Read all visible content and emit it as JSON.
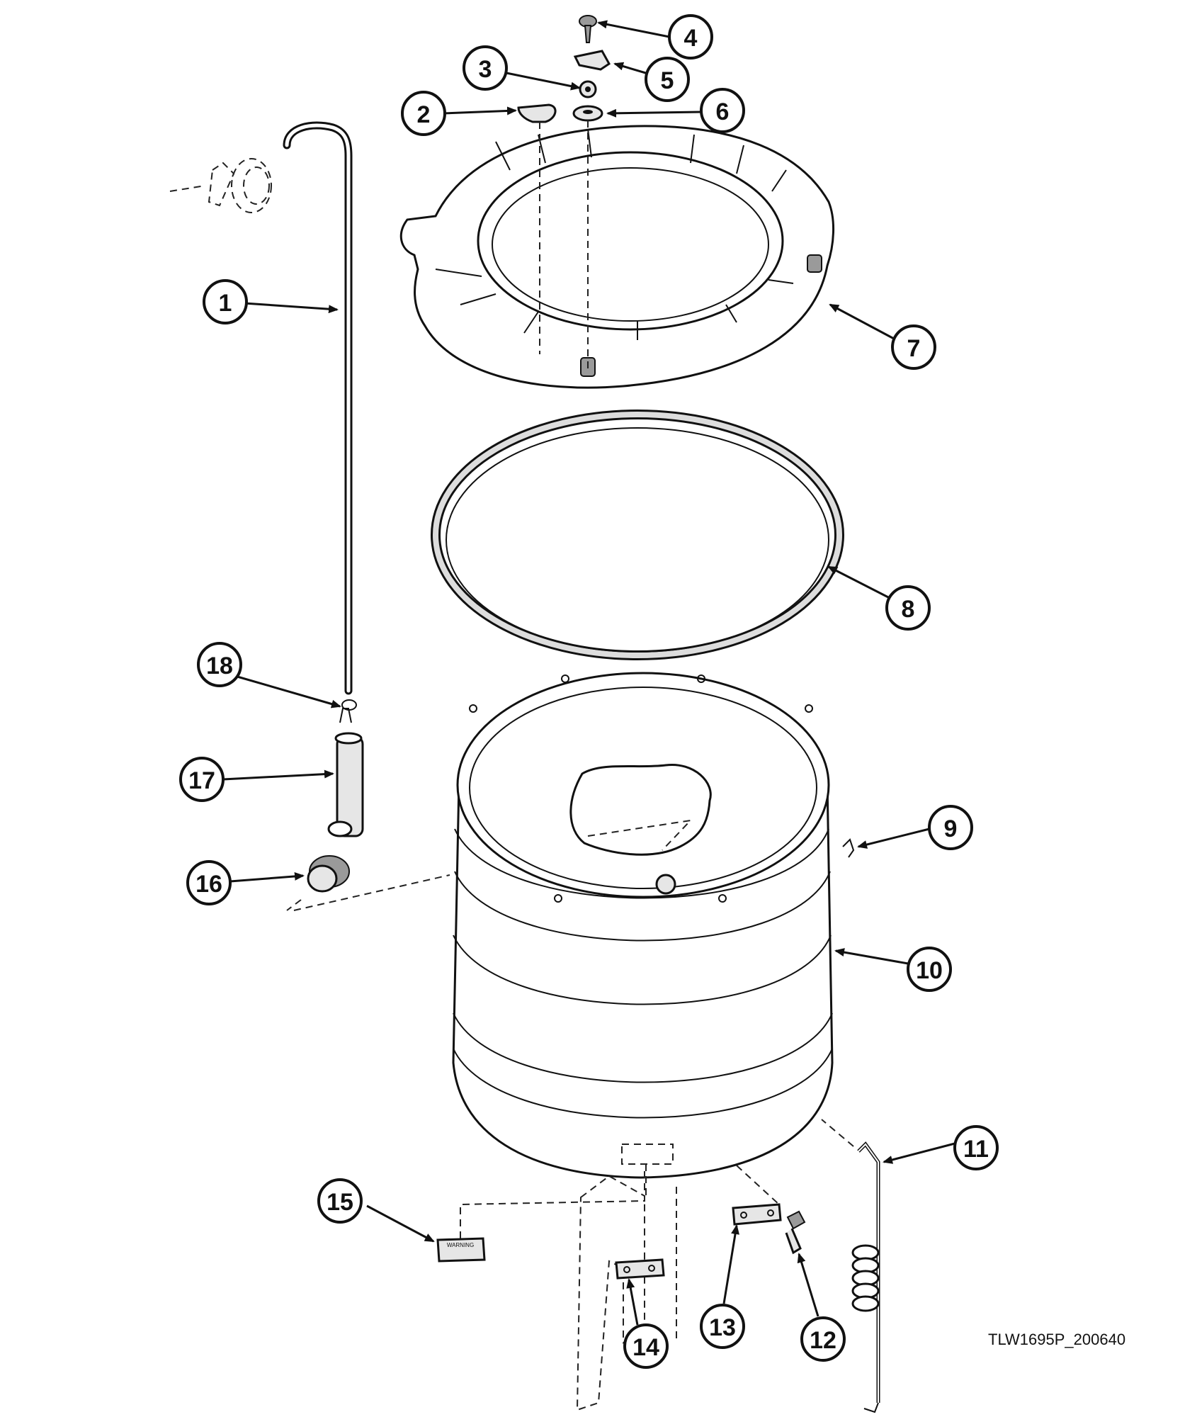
{
  "figure_id": "TLW1695P_200640",
  "warning_label_text": "WARNING",
  "callouts": [
    "1",
    "2",
    "3",
    "4",
    "5",
    "6",
    "7",
    "8",
    "9",
    "10",
    "11",
    "12",
    "13",
    "14",
    "15",
    "16",
    "17",
    "18"
  ]
}
